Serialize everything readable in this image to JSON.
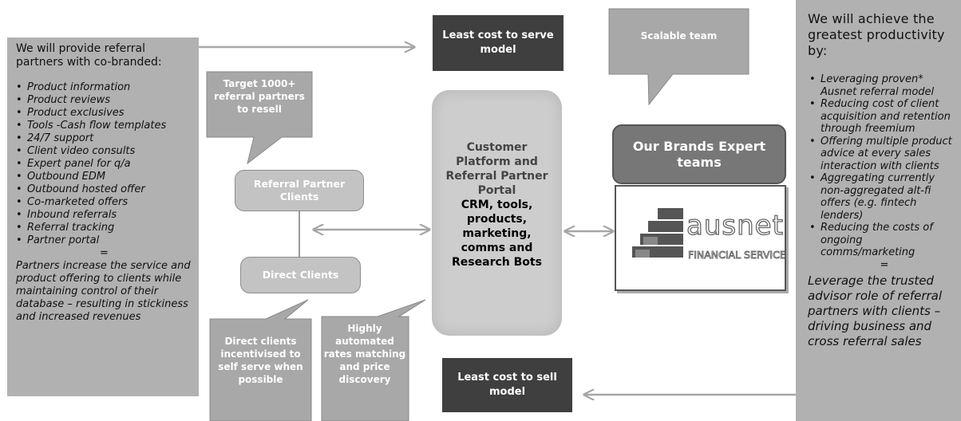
{
  "left_panel": {
    "intro": "We will provide referral partners with co-branded:",
    "items": [
      "Product information",
      "Product reviews",
      "Product exclusives",
      "Tools -Cash flow templates",
      "24/7 support",
      "Client video consults",
      "Expert panel for q/a",
      "Outbound EDM",
      "Outbound hosted offer",
      "Co-marketed offers",
      "Inbound referrals",
      "Referral tracking",
      "Partner portal"
    ],
    "equals": "=",
    "outro": "Partners increase the service and product offering to clients while maintaining control of their database – resulting in stickiness and increased revenues"
  },
  "right_panel": {
    "intro": "We will achieve the greatest productivity by:",
    "items": [
      "Leveraging proven* Ausnet referral model",
      "Reducing cost of client acquisition and retention through freemium",
      "Offering multiple product advice at every sales interaction with clients",
      "Aggregating currently non-aggregated alt-fi offers (e.g. fintech lenders)",
      "Reducing the costs of ongoing comms/marketing"
    ],
    "equals": "=",
    "outro": "Leverage the trusted advisor role of referral partners with clients – driving business and cross referral sales"
  },
  "boxes": {
    "least_cost_serve": "Least cost to serve model",
    "least_cost_sell": "Least cost to sell model",
    "referral_partner_clients": "Referral Partner Clients",
    "direct_clients": "Direct Clients",
    "platform_gray": "Customer Platform and Referral Partner Portal",
    "platform_black": "CRM, tools, products, marketing, comms and Research Bots",
    "brands": "Our Brands Expert teams"
  },
  "callouts": {
    "target": "Target 1000+ referral partners to resell",
    "scalable": "Scalable team",
    "direct_incentivised": "Direct clients incentivised to self serve when possible",
    "automated": "Highly automated rates matching and price discovery"
  },
  "logo": {
    "word": "ausnet",
    "sub": "FINANCIAL SERVICES"
  },
  "colors": {
    "panel_gray": "#b1b1b1",
    "dark_box": "#3f3f3f",
    "callout_gray": "#a8a8a8",
    "arrow": "#a6a6a6"
  }
}
